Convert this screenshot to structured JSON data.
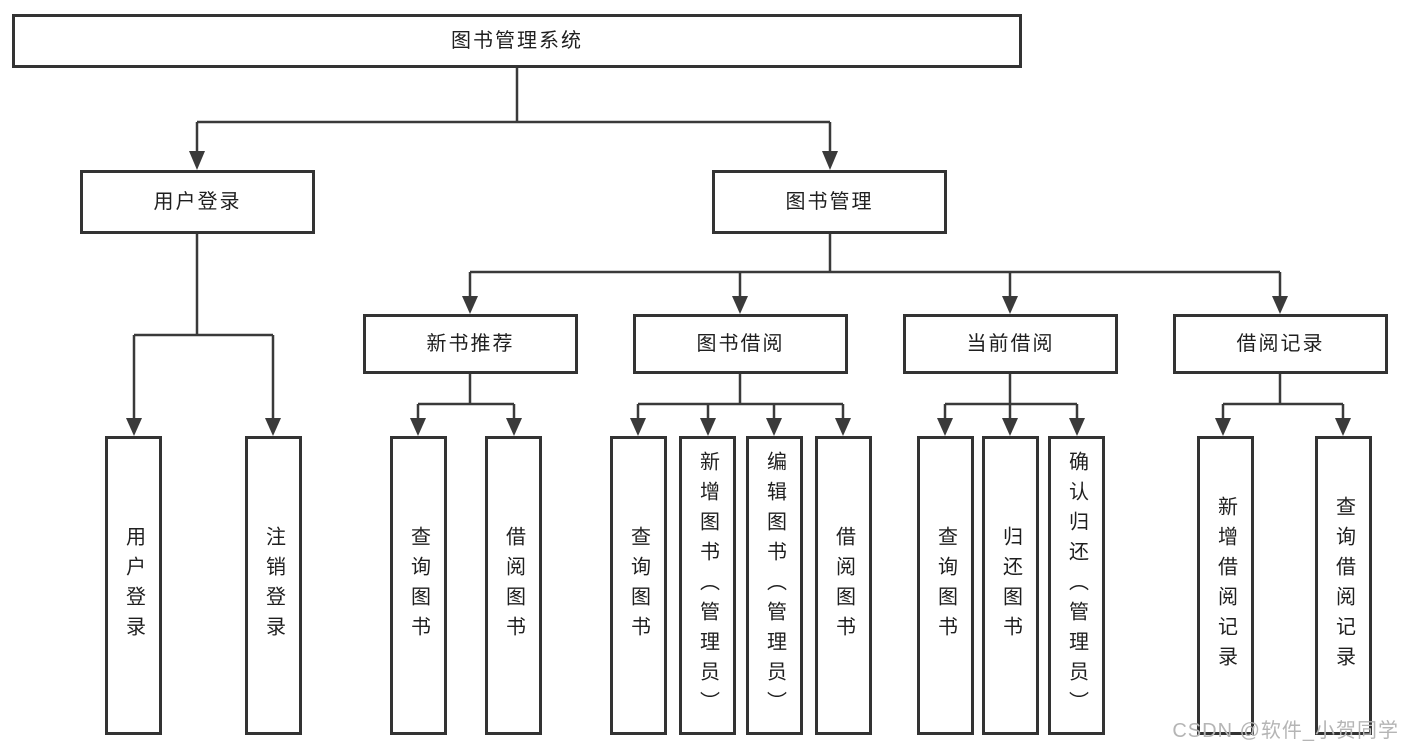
{
  "watermark": "CSDN @软件_小贺同学",
  "colors": {
    "line": "#3a3a3a",
    "box_border": "#333333",
    "box_fill": "#ffffff",
    "text": "#1f1f1f",
    "watermark": "#b5b5b5"
  },
  "diagram": {
    "root": {
      "label": "图书管理系统"
    },
    "level2": [
      {
        "id": "user-login",
        "label": "用户登录"
      },
      {
        "id": "book-management",
        "label": "图书管理"
      }
    ],
    "level3": [
      {
        "id": "new-book-recommend",
        "label": "新书推荐"
      },
      {
        "id": "book-borrowing",
        "label": "图书借阅"
      },
      {
        "id": "current-borrowing",
        "label": "当前借阅"
      },
      {
        "id": "borrowing-records",
        "label": "借阅记录"
      }
    ],
    "leaves": [
      {
        "id": "user-login-leaf",
        "parent": "用户登录",
        "label": "用户登录"
      },
      {
        "id": "logout",
        "parent": "用户登录",
        "label": "注销登录"
      },
      {
        "id": "query-books-recommend",
        "parent": "新书推荐",
        "label": "查询图书"
      },
      {
        "id": "borrow-books-recommend",
        "parent": "新书推荐",
        "label": "借阅图书"
      },
      {
        "id": "query-books-borrowing",
        "parent": "图书借阅",
        "label": "查询图书"
      },
      {
        "id": "add-books-admin",
        "parent": "图书借阅",
        "label": "新增图书（管理员）"
      },
      {
        "id": "edit-books-admin",
        "parent": "图书借阅",
        "label": "编辑图书（管理员）"
      },
      {
        "id": "borrow-books-borrowing",
        "parent": "图书借阅",
        "label": "借阅图书"
      },
      {
        "id": "query-books-current",
        "parent": "当前借阅",
        "label": "查询图书"
      },
      {
        "id": "return-books",
        "parent": "当前借阅",
        "label": "归还图书"
      },
      {
        "id": "confirm-return-admin",
        "parent": "当前借阅",
        "label": "确认归还（管理员）"
      },
      {
        "id": "add-borrow-record",
        "parent": "借阅记录",
        "label": "新增借阅记录"
      },
      {
        "id": "query-borrow-record",
        "parent": "借阅记录",
        "label": "查询借阅记录"
      }
    ]
  }
}
